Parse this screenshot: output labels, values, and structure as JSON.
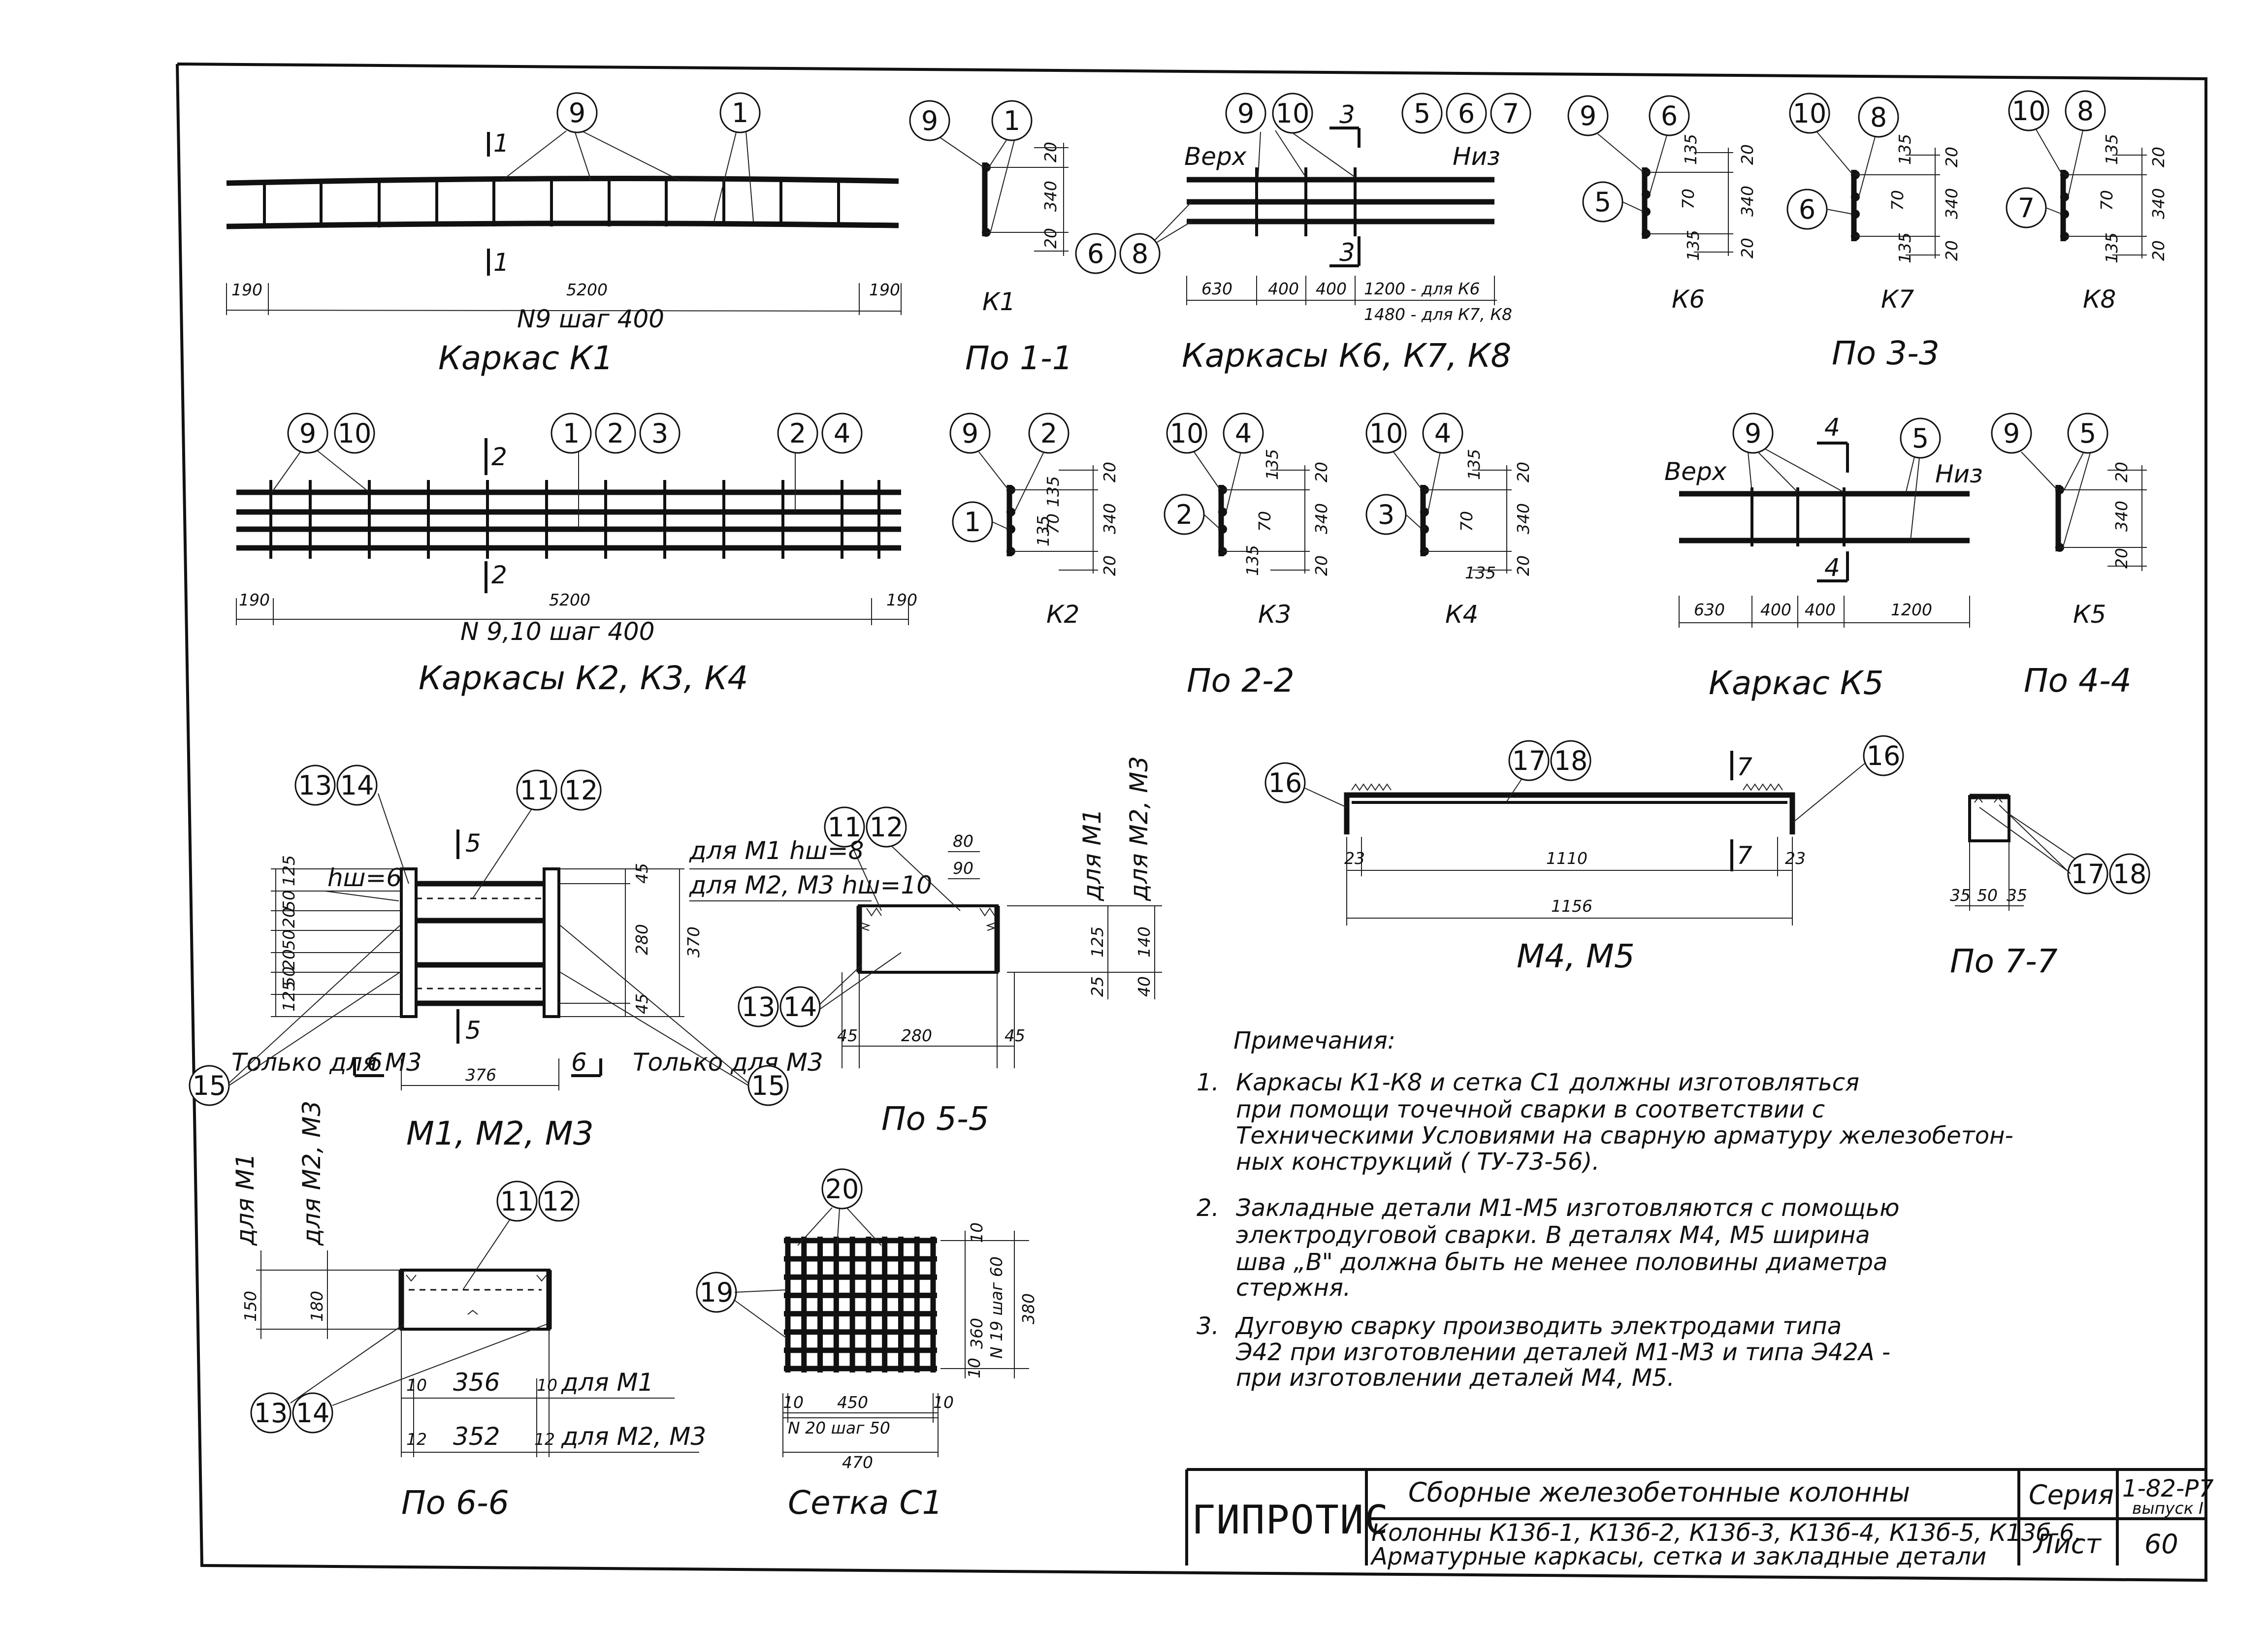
{
  "views": {
    "k1": {
      "title": "Каркас К1",
      "callouts": [
        "9",
        "1"
      ],
      "dims": {
        "left": "190",
        "span": "5200",
        "right": "190"
      },
      "pitch": "N9   шаг 400",
      "section_mark": "1"
    },
    "s11": {
      "title": "По 1-1",
      "callouts": [
        "9",
        "1"
      ],
      "frame": "К1",
      "dims": [
        "20",
        "340",
        "20"
      ]
    },
    "k678": {
      "title": "Каркасы К6, К7, К8",
      "callouts_top": [
        "9",
        "10"
      ],
      "callouts_right": [
        "5",
        "6",
        "7"
      ],
      "callouts_left": [
        "6",
        "8"
      ],
      "top_label": "Верх",
      "bottom_label": "Низ",
      "section_mark": "3",
      "dims": [
        "630",
        "400",
        "400",
        "1200 - для К6"
      ],
      "dim_note": "1480 - для К7, К8"
    },
    "s33": {
      "title": "По 3-3",
      "frames": [
        "К6",
        "К7",
        "К8"
      ],
      "k6": {
        "top": [
          "9",
          "6"
        ],
        "side": "5"
      },
      "k7": {
        "top": [
          "10",
          "8"
        ],
        "side": "6"
      },
      "k8": {
        "top": [
          "10",
          "8"
        ],
        "side": "7"
      },
      "dims": [
        "135",
        "70",
        "135",
        "20",
        "340",
        "20"
      ]
    },
    "k234": {
      "title": "Каркасы К2, К3, К4",
      "callouts": [
        "9",
        "10",
        "1",
        "2",
        "3",
        "2",
        "4"
      ],
      "dims": {
        "left": "190",
        "span": "5200",
        "right": "190"
      },
      "pitch": "N 9,10   шаг 400",
      "section_mark": "2"
    },
    "s22": {
      "title": "По 2-2",
      "frames": [
        "К2",
        "К3",
        "К4"
      ],
      "k2": {
        "top": [
          "9",
          "2"
        ],
        "side": "1"
      },
      "k3": {
        "top": [
          "10",
          "4"
        ],
        "side": "2"
      },
      "k4": {
        "top": [
          "10",
          "4"
        ],
        "side": "3"
      },
      "dims": [
        "135",
        "70",
        "135",
        "20",
        "340",
        "20"
      ]
    },
    "k5": {
      "title": "Каркас К5",
      "callouts": [
        "9",
        "5"
      ],
      "top_label": "Верх",
      "bottom_label": "Низ",
      "section_mark": "4",
      "dims": [
        "630",
        "400",
        "400",
        "1200"
      ]
    },
    "s44": {
      "title": "По 4-4",
      "frame": "К5",
      "callouts": [
        "9",
        "5"
      ],
      "dims": [
        "20",
        "340",
        "20"
      ]
    },
    "m123": {
      "title": "М1, М2, М3",
      "callouts": [
        "13",
        "14",
        "11",
        "12",
        "15",
        "15"
      ],
      "weld": "hш=6",
      "only_note": "Только для М3",
      "section5": "5",
      "section6": "6",
      "dims_left": [
        "125",
        "50",
        "20",
        "50",
        "20",
        "50",
        "125"
      ],
      "dims_right": [
        "45",
        "280",
        "45",
        "370"
      ],
      "width": "376"
    },
    "s55": {
      "title": "По 5-5",
      "callouts": [
        "11",
        "12",
        "13",
        "14"
      ],
      "weld1": "для М1 hш=8",
      "weld2": "для М2, М3 hш=10",
      "top_dims": [
        "80",
        "90"
      ],
      "dims": [
        "45",
        "280",
        "45"
      ],
      "right_m1": [
        "для М1",
        "125",
        "25"
      ],
      "right_m23": [
        "для М2, М3",
        "140",
        "40"
      ]
    },
    "m45": {
      "title": "М4, М5",
      "callouts": [
        "16",
        "17",
        "18",
        "16"
      ],
      "section_mark": "7",
      "dims": [
        "23",
        "1110",
        "23",
        "1156"
      ]
    },
    "s77": {
      "title": "По 7-7",
      "callouts": [
        "17",
        "18"
      ],
      "dims": [
        "35",
        "50",
        "35"
      ]
    },
    "s66": {
      "title": "По 6-6",
      "callouts": [
        "11",
        "12",
        "13",
        "14"
      ],
      "left_m1": [
        "для М1",
        "150"
      ],
      "left_m23": [
        "для М2, М3",
        "180"
      ],
      "row_m1": [
        "10",
        "356",
        "10",
        "для М1"
      ],
      "row_m23": [
        "12",
        "352",
        "12",
        "для М2, М3"
      ]
    },
    "c1": {
      "title": "Сетка С1",
      "callouts": [
        "20",
        "19"
      ],
      "dims_h": [
        "10",
        "450",
        "10",
        "470"
      ],
      "pitch_h": "N 20 шаг 50",
      "dims_v": [
        "10",
        "360",
        "10",
        "380"
      ],
      "pitch_v": "N 19 шаг 60"
    }
  },
  "notes": {
    "heading": "Примечания:",
    "items": [
      {
        "num": "1.",
        "lines": [
          "Каркасы  К1-К8  и  сетка  С1  должны  изготовляться",
          "при  помощи  точечной  сварки  в  соответствии  с",
          "Техническими  Условиями  на  сварную арматуру железобетон-",
          "ных  конструкций  ( ТУ-73-56)."
        ]
      },
      {
        "num": "2.",
        "lines": [
          "Закладные  детали  М1-М5  изготовляются  с  помощью",
          "электродуговой  сварки.  В деталях  М4, М5  ширина",
          "шва „В\"  должна  быть  не  менее  половины  диаметра",
          "стержня."
        ]
      },
      {
        "num": "3.",
        "lines": [
          "Дуговую  сварку  производить  электродами  типа",
          "Э42  при  изготовлении  деталей  М1-М3  и типа  Э42А -",
          "при  изготовлении  деталей  М4, М5."
        ]
      }
    ]
  },
  "stamp": {
    "org": "ГИПРОТИС",
    "title": "Сборные  железобетонные  колонны",
    "subtitle_1": "Колонны К13б-1, К13б-2, К13б-3, К13б-4, К13б-5, К13б-6.",
    "subtitle_2": "Арматурные каркасы, сетка и закладные детали",
    "series_label": "Серия",
    "series_value": "1-82-Р7",
    "issue": "выпуск I",
    "sheet_label": "Лист",
    "sheet_value": "60"
  }
}
